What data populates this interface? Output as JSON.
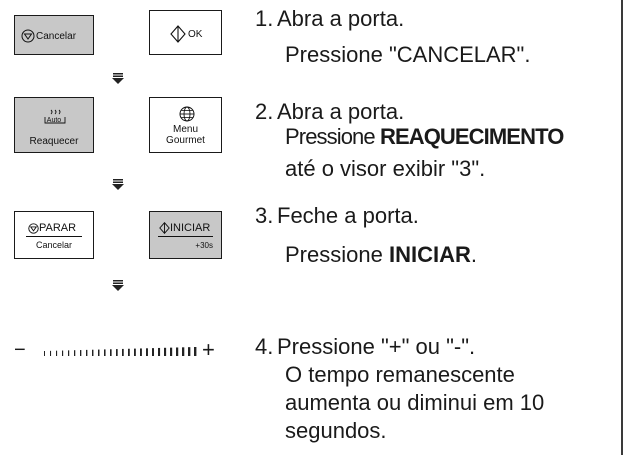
{
  "buttons": {
    "cancelar": {
      "label": "Cancelar",
      "icon": "stop-circle-icon"
    },
    "ok": {
      "label": "OK",
      "icon": "diamond-arrow-icon"
    },
    "reaquecer": {
      "label": "Reaquecer",
      "sub": "Auto",
      "icon": "steam-plate-icon"
    },
    "menu_gourmet": {
      "line1": "Menu",
      "line2": "Gourmet",
      "icon": "globe-icon"
    },
    "parar": {
      "label": "PARAR",
      "sub": "Cancelar",
      "icon": "stop-circle-icon"
    },
    "iniciar": {
      "label": "INICIAR",
      "sub": "+30s",
      "icon": "diamond-arrow-icon"
    }
  },
  "steps": [
    {
      "num": "1.",
      "line1": "Abra a porta.",
      "line2": "Pressione \"CANCELAR\"."
    },
    {
      "num": "2.",
      "line1": "Abra a porta.",
      "line2_prefix": "Pressione ",
      "line2_bold": "REAQUECIMENTO",
      "line3": "até o visor exibir \"3\"."
    },
    {
      "num": "3.",
      "line1": "Feche a porta.",
      "line2_prefix": "Pressione ",
      "line2_bold": "INICIAR",
      "line2_suffix": "."
    },
    {
      "num": "4.",
      "line1": "Pressione \"+\" ou \"-\".",
      "line2": "O tempo remanescente",
      "line3": "aumenta ou diminui em 10",
      "line4": "segundos."
    }
  ],
  "dial": {
    "minus": "−",
    "plus": "+",
    "ticks": 26
  }
}
